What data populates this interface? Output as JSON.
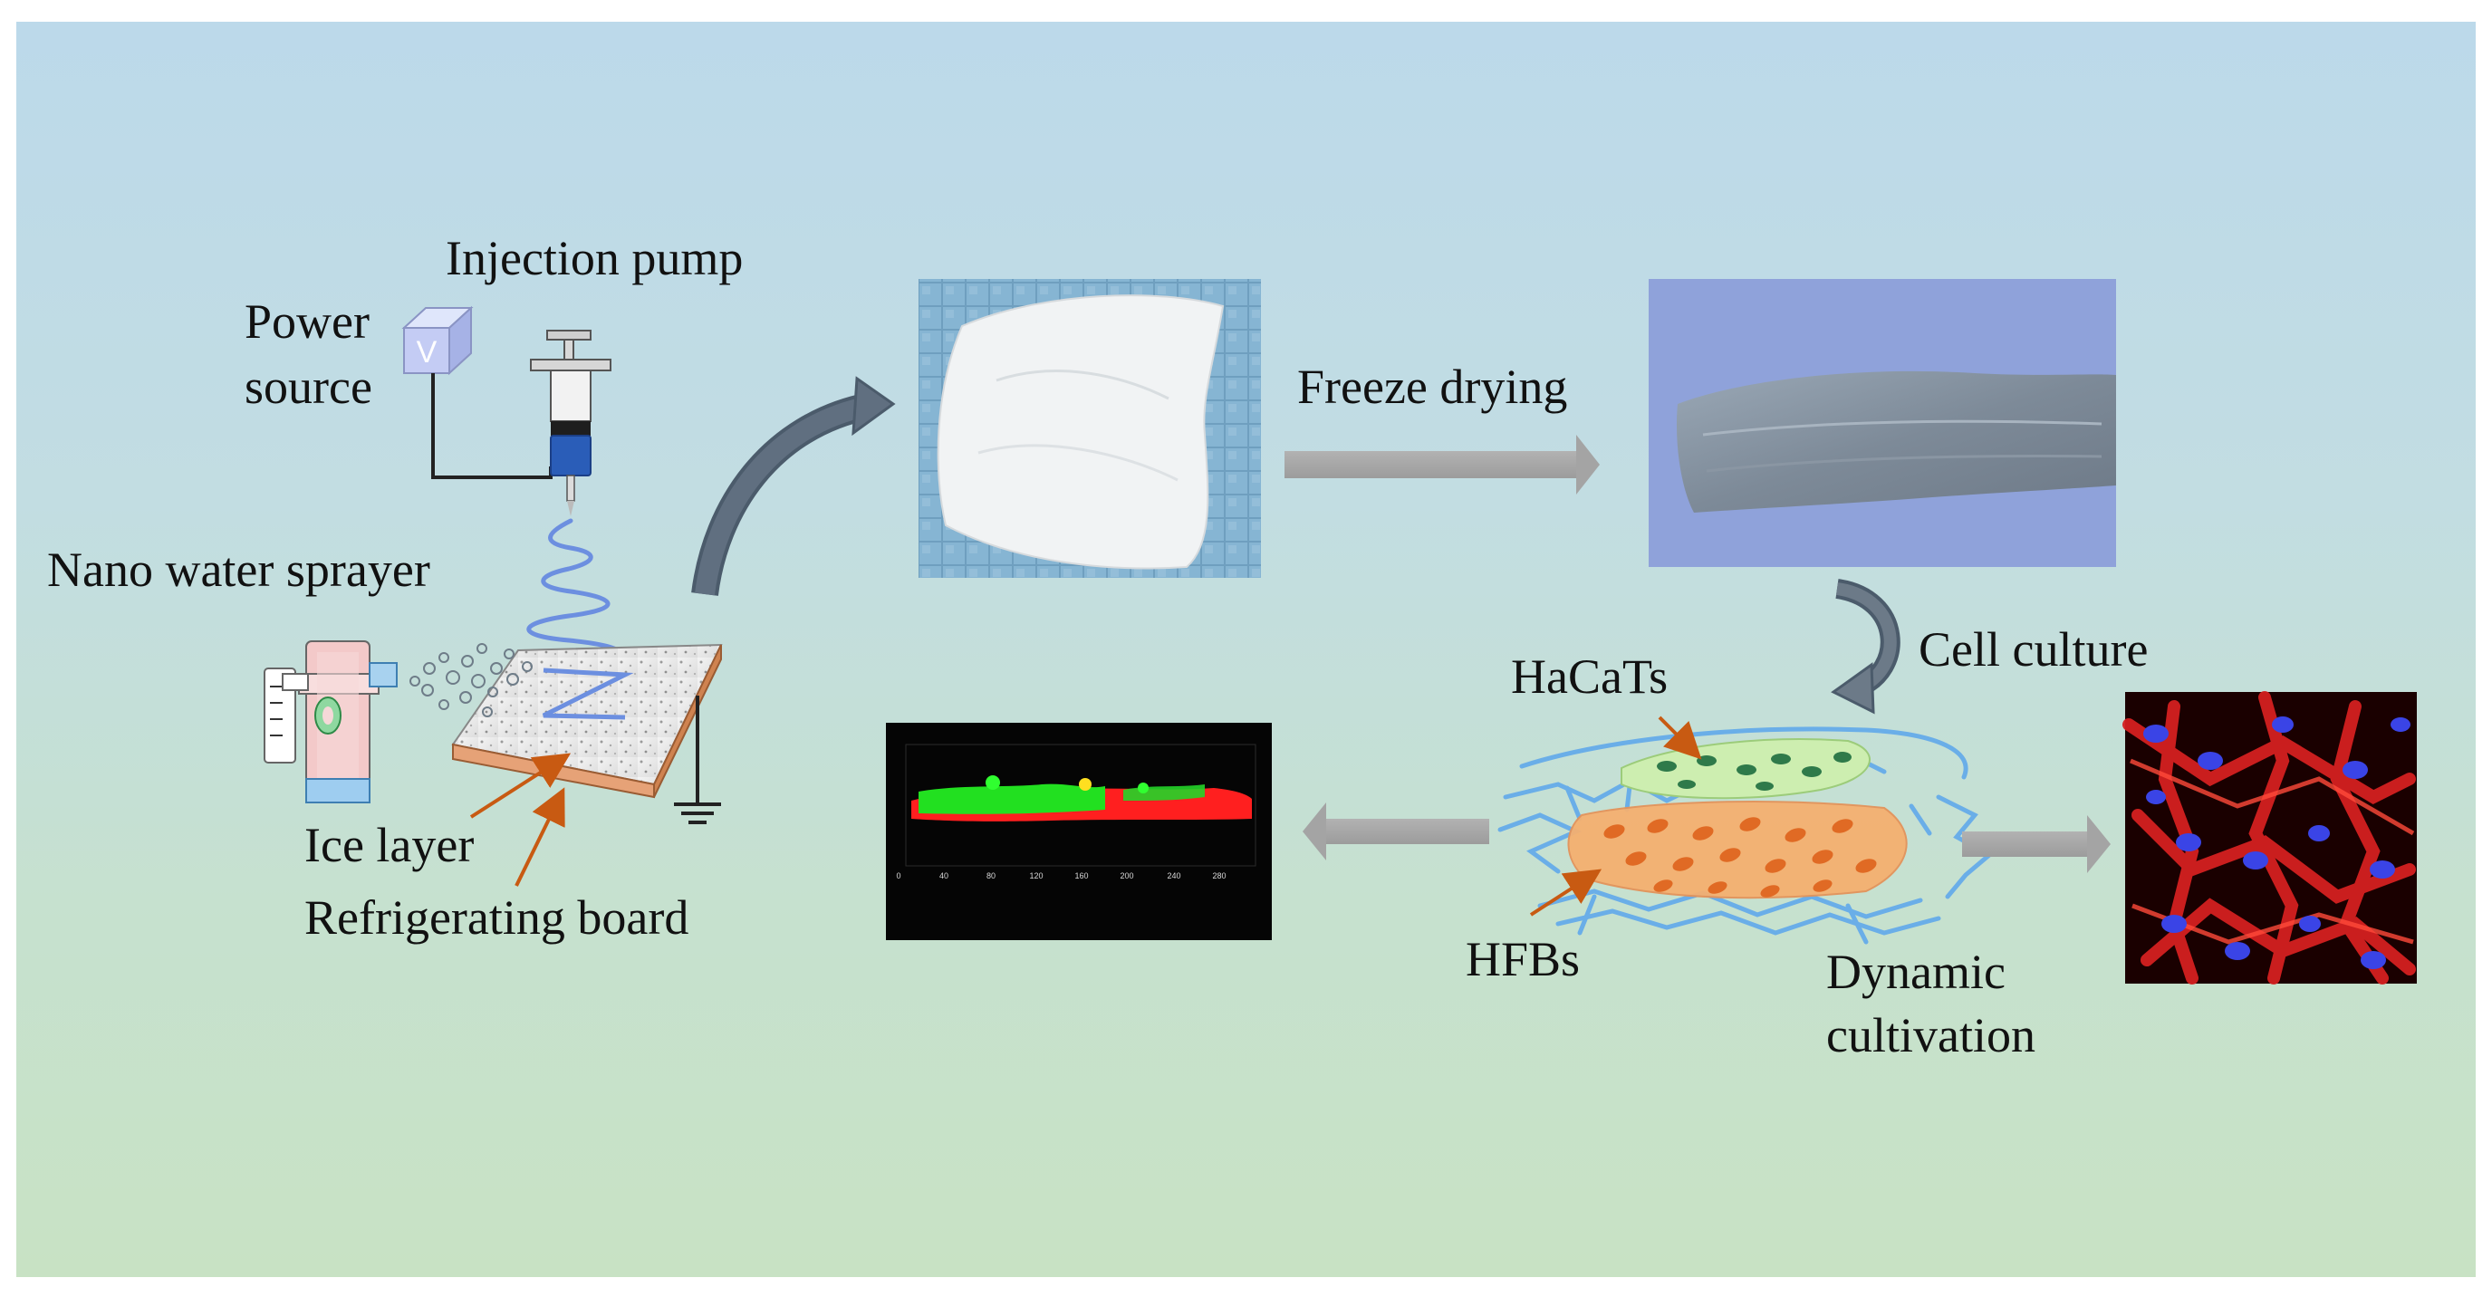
{
  "labels": {
    "injection_pump": "Injection pump",
    "power_source_line1": "Power",
    "power_source_line2": "source",
    "nano_water_sprayer": "Nano water sprayer",
    "ice_layer": "Ice layer",
    "refrigerating_board": "Refrigerating board",
    "freeze_drying": "Freeze drying",
    "cell_culture": "Cell culture",
    "hacats": "HaCaTs",
    "hfbs": "HFBs",
    "dynamic_line1": "Dynamic",
    "dynamic_line2": "cultivation",
    "voltmeter_symbol": "V"
  },
  "confocal_axis_ticks": [
    "0",
    "40",
    "80",
    "120",
    "160",
    "200",
    "240",
    "280"
  ],
  "colors": {
    "background_top": "#bcd9ea",
    "background_bottom": "#c8e2c4",
    "arrow_gray": "#a8a8a8",
    "curved_arrow": "#4b5b6b",
    "leader_orange": "#c85a12",
    "cell_red": "#d42020",
    "nucleus_blue": "#2f3cd8",
    "scaffold_blue": "#6aaee8",
    "hacat_green": "#cdeeb0",
    "hfb_orange": "#f5b070"
  }
}
